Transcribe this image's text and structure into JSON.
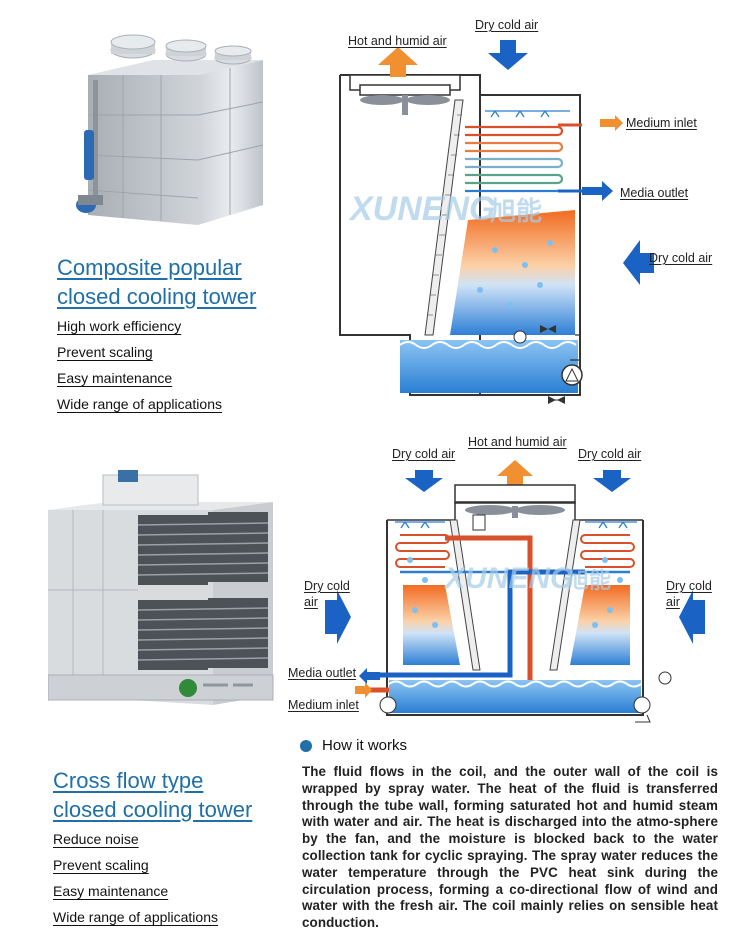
{
  "colors": {
    "accent": "#1f6fa8",
    "arrow_blue": "#1a63c4",
    "arrow_orange": "#f19030",
    "pipe_red": "#d9502b"
  },
  "watermark": {
    "brand": "XUNENG",
    "brand_cn": "旭能"
  },
  "product1": {
    "title_line1": "Composite popular",
    "title_line2": "closed cooling tower",
    "features": [
      "High work efficiency",
      "Prevent scaling",
      "Easy maintenance",
      "Wide range of applications"
    ],
    "diagram": {
      "hot_humid_air": "Hot and humid air",
      "dry_cold_air_top": "Dry cold air",
      "medium_inlet": "Medium inlet",
      "media_outlet": "Media outlet",
      "dry_cold_air_side": "Dry cold air"
    }
  },
  "product2": {
    "title_line1": "Cross flow type",
    "title_line2": "closed cooling tower",
    "features": [
      "Reduce noise",
      "Prevent scaling",
      "Easy maintenance",
      "Wide range of applications"
    ],
    "diagram": {
      "dry_cold_air_left_top": "Dry cold air",
      "hot_humid_air": "Hot and humid air",
      "dry_cold_air_right_top": "Dry cold air",
      "dry_cold_left_1": "Dry cold",
      "dry_cold_left_2": "air",
      "dry_cold_right_1": "Dry cold",
      "dry_cold_right_2": "air",
      "media_outlet": "Media outlet",
      "medium_inlet": "Medium inlet"
    }
  },
  "how_it_works": {
    "heading": "How it works",
    "text": "The fluid flows in the coil, and the outer wall of the coil is wrapped by spray water. The heat of the fluid is transferred through the tube wall, forming saturated hot and humid steam with water and air. The heat is discharged into the atmo-sphere by the fan, and the moisture is blocked back to the water collection tank for cyclic spraying. The spray water reduces the water temperature through the PVC heat sink during the circulation process, forming a co-directional flow of wind and water with the fresh air. The coil mainly relies on sensible heat conduction."
  }
}
